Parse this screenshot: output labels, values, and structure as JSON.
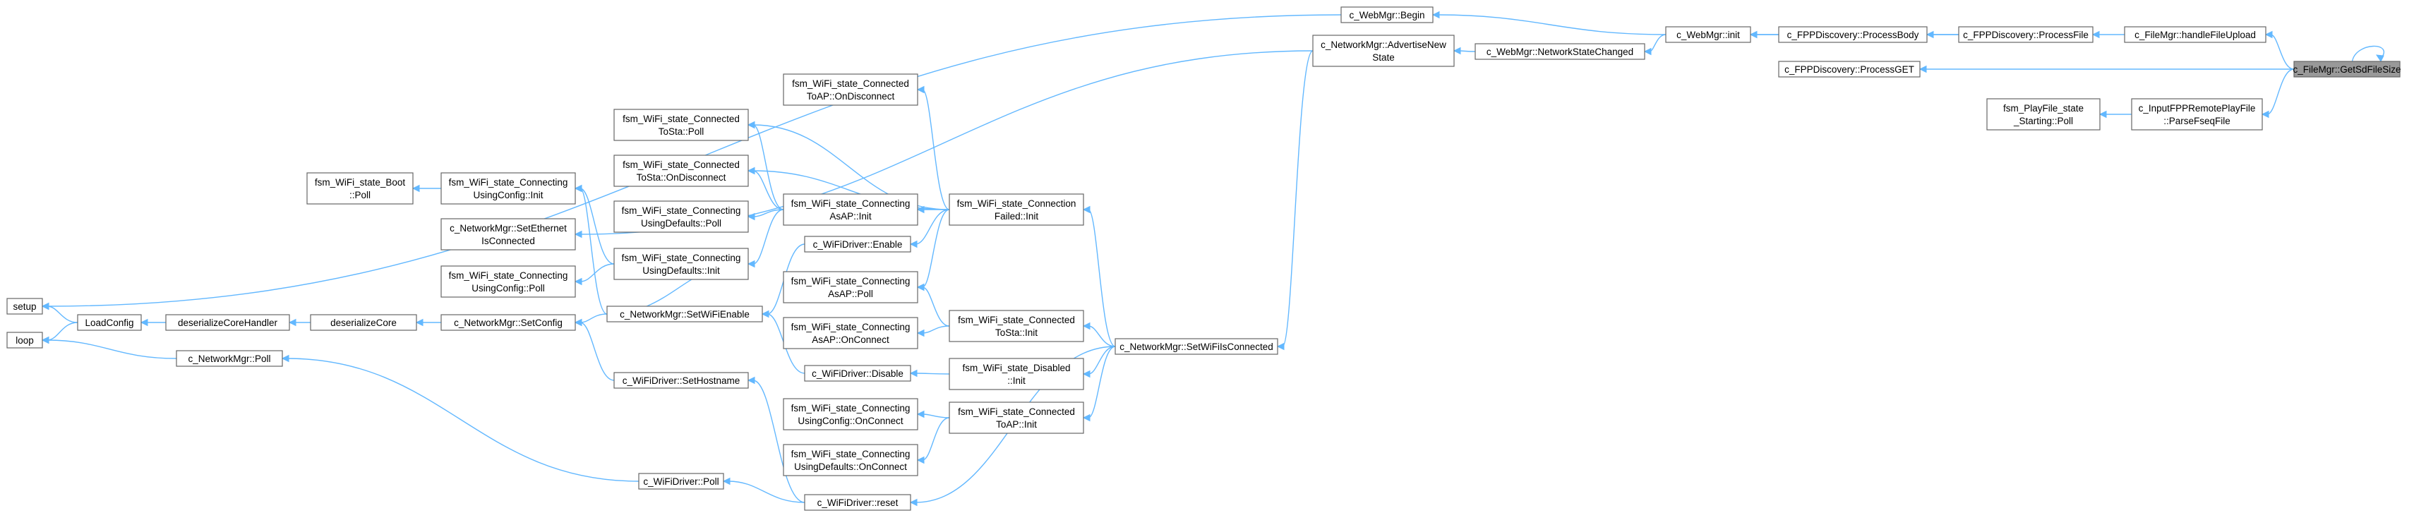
{
  "diagram": {
    "type": "call-graph",
    "colors": {
      "edge": "#63b8ff",
      "node_border": "#666666",
      "focus_fill": "#999999",
      "background": "#ffffff"
    },
    "nodes": [
      {
        "id": "getsd",
        "lines": [
          "c_FileMgr::GetSdFileSize"
        ],
        "focus": true
      },
      {
        "id": "handleupload",
        "lines": [
          "c_FileMgr::handleFileUpload"
        ]
      },
      {
        "id": "processfile",
        "lines": [
          "c_FPPDiscovery::ProcessFile"
        ]
      },
      {
        "id": "processbody",
        "lines": [
          "c_FPPDiscovery::ProcessBody"
        ]
      },
      {
        "id": "processget",
        "lines": [
          "c_FPPDiscovery::ProcessGET"
        ]
      },
      {
        "id": "webinit",
        "lines": [
          "c_WebMgr::init"
        ]
      },
      {
        "id": "webbegin",
        "lines": [
          "c_WebMgr::Begin"
        ]
      },
      {
        "id": "netstatechanged",
        "lines": [
          "c_WebMgr::NetworkStateChanged"
        ]
      },
      {
        "id": "advertise",
        "lines": [
          "c_NetworkMgr::AdvertiseNew",
          "State"
        ]
      },
      {
        "id": "parsefseq",
        "lines": [
          "c_InputFPPRemotePlayFile",
          "::ParseFseqFile"
        ]
      },
      {
        "id": "playstarting",
        "lines": [
          "fsm_PlayFile_state",
          "_Starting::Poll"
        ]
      },
      {
        "id": "setwifi",
        "lines": [
          "c_NetworkMgr::SetWiFiIsConnected"
        ]
      },
      {
        "id": "connfailed",
        "lines": [
          "fsm_WiFi_state_Connection",
          "Failed::Init"
        ]
      },
      {
        "id": "toap_disc",
        "lines": [
          "fsm_WiFi_state_Connected",
          "ToAP::OnDisconnect"
        ]
      },
      {
        "id": "tosta_poll",
        "lines": [
          "fsm_WiFi_state_Connected",
          "ToSta::Poll"
        ]
      },
      {
        "id": "tosta_disc",
        "lines": [
          "fsm_WiFi_state_Connected",
          "ToSta::OnDisconnect"
        ]
      },
      {
        "id": "asap_init",
        "lines": [
          "fsm_WiFi_state_Connecting",
          "AsAP::Init"
        ]
      },
      {
        "id": "defaults_poll",
        "lines": [
          "fsm_WiFi_state_Connecting",
          "UsingDefaults::Poll"
        ]
      },
      {
        "id": "defaults_init",
        "lines": [
          "fsm_WiFi_state_Connecting",
          "UsingDefaults::Init"
        ]
      },
      {
        "id": "config_init",
        "lines": [
          "fsm_WiFi_state_Connecting",
          "UsingConfig::Init"
        ]
      },
      {
        "id": "boot_poll",
        "lines": [
          "fsm_WiFi_state_Boot",
          "::Poll"
        ]
      },
      {
        "id": "ethconnected",
        "lines": [
          "c_NetworkMgr::SetEthernet",
          "IsConnected"
        ]
      },
      {
        "id": "config_poll",
        "lines": [
          "fsm_WiFi_state_Connecting",
          "UsingConfig::Poll"
        ]
      },
      {
        "id": "wifienable",
        "lines": [
          "c_WiFiDriver::Enable"
        ]
      },
      {
        "id": "asap_poll",
        "lines": [
          "fsm_WiFi_state_Connecting",
          "AsAP::Poll"
        ]
      },
      {
        "id": "tosta_init",
        "lines": [
          "fsm_WiFi_state_Connected",
          "ToSta::Init"
        ]
      },
      {
        "id": "asap_onconnect",
        "lines": [
          "fsm_WiFi_state_Connecting",
          "AsAP::OnConnect"
        ]
      },
      {
        "id": "wifidisable",
        "lines": [
          "c_WiFiDriver::Disable"
        ]
      },
      {
        "id": "disabled_init",
        "lines": [
          "fsm_WiFi_state_Disabled",
          "::Init"
        ]
      },
      {
        "id": "toap_init",
        "lines": [
          "fsm_WiFi_state_Connected",
          "ToAP::Init"
        ]
      },
      {
        "id": "config_onconnect",
        "lines": [
          "fsm_WiFi_state_Connecting",
          "UsingConfig::OnConnect"
        ]
      },
      {
        "id": "defaults_onconnect",
        "lines": [
          "fsm_WiFi_state_Connecting",
          "UsingDefaults::OnConnect"
        ]
      },
      {
        "id": "setwifienable",
        "lines": [
          "c_NetworkMgr::SetWiFiEnable"
        ]
      },
      {
        "id": "sethostname",
        "lines": [
          "c_WiFiDriver::SetHostname"
        ]
      },
      {
        "id": "wifipoll",
        "lines": [
          "c_WiFiDriver::Poll"
        ]
      },
      {
        "id": "wifireset",
        "lines": [
          "c_WiFiDriver::reset"
        ]
      },
      {
        "id": "setconfig",
        "lines": [
          "c_NetworkMgr::SetConfig"
        ]
      },
      {
        "id": "desercore",
        "lines": [
          "deserializeCore"
        ]
      },
      {
        "id": "desercorehandler",
        "lines": [
          "deserializeCoreHandler"
        ]
      },
      {
        "id": "loadconfig",
        "lines": [
          "LoadConfig"
        ]
      },
      {
        "id": "setup",
        "lines": [
          "setup"
        ]
      },
      {
        "id": "loop",
        "lines": [
          "loop"
        ]
      },
      {
        "id": "netpoll",
        "lines": [
          "c_NetworkMgr::Poll"
        ]
      }
    ],
    "edges": [
      [
        "handleupload",
        "getsd"
      ],
      [
        "processfile",
        "handleupload"
      ],
      [
        "processbody",
        "processfile"
      ],
      [
        "processget",
        "getsd"
      ],
      [
        "webinit",
        "processbody"
      ],
      [
        "webinit",
        "processfile"
      ],
      [
        "webbegin",
        "webinit"
      ],
      [
        "netstatechanged",
        "webinit"
      ],
      [
        "advertise",
        "netstatechanged"
      ],
      [
        "parsefseq",
        "getsd"
      ],
      [
        "playstarting",
        "parsefseq"
      ],
      [
        "setwifi",
        "advertise"
      ],
      [
        "setup",
        "webbegin"
      ],
      [
        "ethconnected",
        "advertise"
      ],
      [
        "connfailed",
        "setwifi"
      ],
      [
        "tosta_init",
        "setwifi"
      ],
      [
        "disabled_init",
        "setwifi"
      ],
      [
        "toap_init",
        "setwifi"
      ],
      [
        "wifireset",
        "setwifi"
      ],
      [
        "toap_disc",
        "connfailed"
      ],
      [
        "tosta_poll",
        "connfailed"
      ],
      [
        "tosta_disc",
        "connfailed"
      ],
      [
        "asap_init",
        "connfailed"
      ],
      [
        "wifienable",
        "connfailed"
      ],
      [
        "asap_poll",
        "connfailed"
      ],
      [
        "tosta_poll",
        "asap_init"
      ],
      [
        "tosta_disc",
        "asap_init"
      ],
      [
        "defaults_poll",
        "asap_init"
      ],
      [
        "defaults_init",
        "asap_init"
      ],
      [
        "boot_poll",
        "config_init"
      ],
      [
        "config_init",
        "defaults_init"
      ],
      [
        "config_poll",
        "defaults_init"
      ],
      [
        "defaults_init",
        "setwifienable"
      ],
      [
        "config_init",
        "setwifienable"
      ],
      [
        "setwifienable",
        "wifienable"
      ],
      [
        "asap_poll",
        "tosta_init"
      ],
      [
        "asap_onconnect",
        "tosta_init"
      ],
      [
        "wifidisable",
        "disabled_init"
      ],
      [
        "setwifienable",
        "wifidisable"
      ],
      [
        "config_onconnect",
        "toap_init"
      ],
      [
        "defaults_onconnect",
        "toap_init"
      ],
      [
        "setconfig",
        "setwifienable"
      ],
      [
        "setconfig",
        "sethostname"
      ],
      [
        "sethostname",
        "wifireset"
      ],
      [
        "wifipoll",
        "wifireset"
      ],
      [
        "netpoll",
        "wifipoll"
      ],
      [
        "desercore",
        "setconfig"
      ],
      [
        "desercorehandler",
        "desercore"
      ],
      [
        "loadconfig",
        "desercorehandler"
      ],
      [
        "setup",
        "loadconfig"
      ],
      [
        "loop",
        "loadconfig"
      ],
      [
        "loop",
        "netpoll"
      ],
      [
        "getsd",
        "getsd"
      ]
    ]
  }
}
